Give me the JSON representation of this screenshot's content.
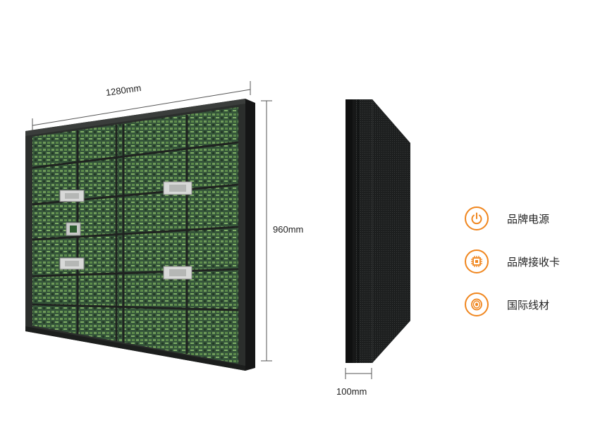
{
  "dimensions": {
    "width": "1280mm",
    "height": "960mm",
    "depth": "100mm"
  },
  "features": [
    {
      "icon": "power-icon",
      "label": "品牌电源"
    },
    {
      "icon": "chip-icon",
      "label": "品牌接收卡"
    },
    {
      "icon": "cable-reel-icon",
      "label": "国际线材"
    }
  ],
  "colors": {
    "accent": "#f0861e",
    "cabinet": "#2a2d2a",
    "module": "#3c6b3c"
  }
}
